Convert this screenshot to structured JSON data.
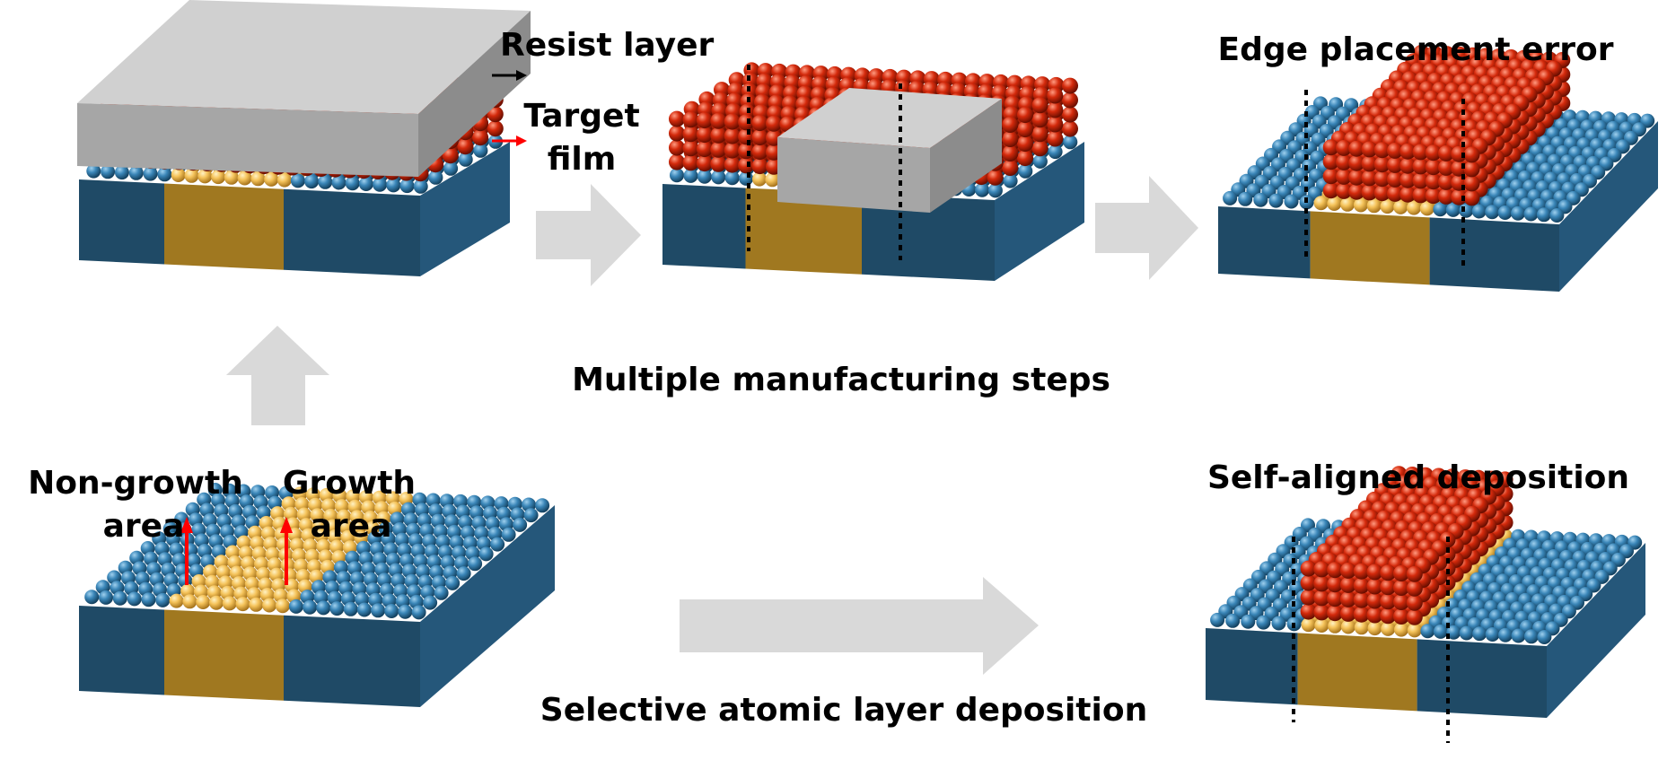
{
  "labels": {
    "resist_layer": "Resist layer",
    "target_film_line1": "Target",
    "target_film_line2": "film",
    "edge_placement_error": "Edge placement error",
    "multiple_steps": "Multiple manufacturing steps",
    "non_growth_line1": "Non-growth",
    "non_growth_line2": "area",
    "growth_line1": "Growth",
    "growth_line2": "area",
    "self_aligned": "Self-aligned deposition",
    "selective_ald": "Selective atomic layer deposition"
  },
  "colors": {
    "substrate_blue": "#1f4a66",
    "substrate_blue_side": "#25577a",
    "growth_gold": "#a07820",
    "atom_blue": "#3a86b8",
    "atom_gold": "#f5c35a",
    "atom_red": "#d42a0c",
    "resist_top": "#d0d0d0",
    "resist_front": "#a6a6a6",
    "resist_side": "#8c8c8c",
    "process_arrow": "#d9d9d9",
    "pointer_red": "#ff0000",
    "pointer_black": "#000000"
  }
}
